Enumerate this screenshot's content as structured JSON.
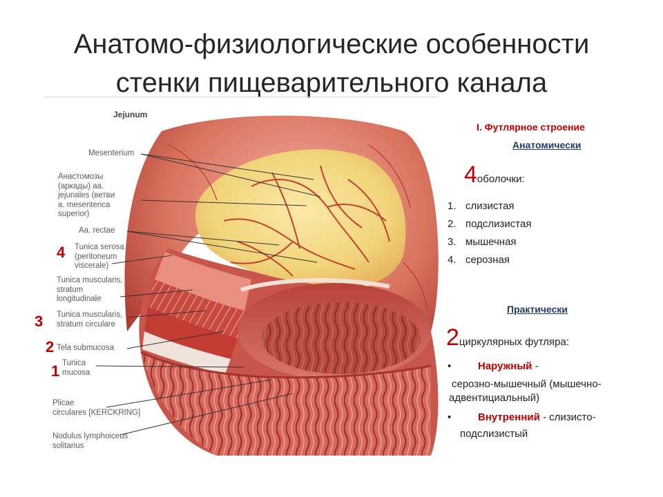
{
  "title": {
    "line1": "Анатомо-физиологические особенности",
    "line2": "стенки пищеварительного канала"
  },
  "figure": {
    "heading": "Jejunum",
    "labels": {
      "mesenterium": "Mesenterium",
      "anastomoses_1": "Анастомозы",
      "anastomoses_2": "(аркады) aa.",
      "anastomoses_3": "jejunales (ветви",
      "anastomoses_4": "a. mesenterica",
      "anastomoses_5": "superior)",
      "aa_rectae": "Aa. rectae",
      "serosa_1": "Tunica serosa",
      "serosa_2": "(peritoneum",
      "serosa_3": "viscerale)",
      "musc_long_1": "Tunica muscularis,",
      "musc_long_2": "stratum",
      "musc_long_3": "longitudinale",
      "musc_circ_1": "Tunica muscularis,",
      "musc_circ_2": "stratum circulare",
      "submucosa": "Tela submucosa",
      "mucosa_1": "Tunica",
      "mucosa_2": "mucosa",
      "plicae_1": "Plicae",
      "plicae_2": "circulares [KERCKRING]",
      "nodulus_1": "Nodulus lymphoiceus",
      "nodulus_2": "solitarius"
    },
    "numbers": {
      "n4": "4",
      "n3": "3",
      "n2": "2",
      "n1": "1"
    }
  },
  "info": {
    "heading": "I. Футлярное строение",
    "anatomically": "Анатомически",
    "shells_count": "4",
    "shells_word": "оболочки:",
    "shells": [
      {
        "num": "1.",
        "text": "слизистая"
      },
      {
        "num": "2.",
        "text": "подслизистая"
      },
      {
        "num": "3.",
        "text": "мышечная"
      },
      {
        "num": "4.",
        "text": "серозная"
      }
    ],
    "practically": "Практически",
    "cases_count": "2",
    "cases_word": "циркулярных футляра:",
    "bullet": "•",
    "outer_label": "Наружный",
    "outer_dash": " -",
    "outer_desc_1": "серозно-мышечный (мышечно-",
    "outer_desc_2": "адвентициальный)",
    "inner_label": "Внутренний",
    "inner_desc_1": " - слизисто-",
    "inner_desc_2": "подслизистый"
  },
  "colors": {
    "accent_red": "#c00000",
    "heading_blue": "#1f3a6b",
    "tissue_red": "#c9564a",
    "fat_yellow": "#f1d47a"
  }
}
